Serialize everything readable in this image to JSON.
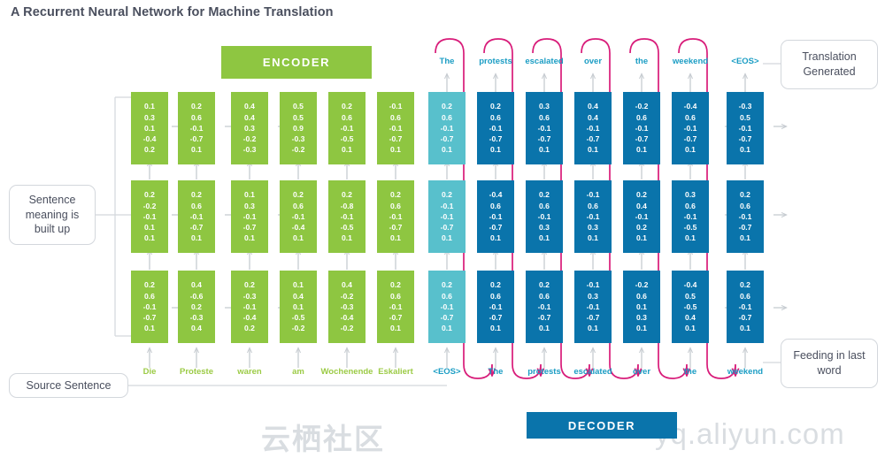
{
  "page": {
    "title": "A Recurrent Neural Network for Machine Translation",
    "watermark_cn": "云栖社区",
    "watermark_url": "yq.aliyun.com"
  },
  "banners": {
    "encoder": "ENCODER",
    "decoder": "DECODER"
  },
  "callouts": {
    "sentence_meaning": "Sentence meaning is built up",
    "source_sentence": "Source Sentence",
    "translation_generated": "Translation Generated",
    "feeding_last_word": "Feeding in last word"
  },
  "colors": {
    "encoder_green": "#8ec641",
    "decoder_blue": "#0a74ab",
    "eos_teal": "#58c0cc",
    "recurrence_pink": "#d81b79",
    "arrow_grey": "#c7ccd1",
    "title_grey": "#4a4f5e",
    "word_green": "#9ccb46",
    "word_teal": "#1b9dc4"
  },
  "source_words": [
    {
      "label": "Die",
      "color": "green"
    },
    {
      "label": "Proteste",
      "color": "green"
    },
    {
      "label": "waren",
      "color": "green"
    },
    {
      "label": "am",
      "color": "green"
    },
    {
      "label": "Wochenende",
      "color": "green"
    },
    {
      "label": "Eskaliert",
      "color": "green"
    },
    {
      "label": "<EOS>",
      "color": "teal"
    }
  ],
  "output_words": [
    "The",
    "protests",
    "escalated",
    "over",
    "the",
    "weekend",
    "<EOS>"
  ],
  "input_words_decoder": [
    "The",
    "protests",
    "escalated",
    "over",
    "the",
    "weekend"
  ],
  "columns": [
    {
      "kind": "enc",
      "rows": [
        [
          "0.1",
          "0.3",
          "0.1",
          "-0.4",
          "0.2"
        ],
        [
          "0.2",
          "-0.2",
          "-0.1",
          "0.1",
          "0.1"
        ],
        [
          "0.2",
          "0.6",
          "-0.1",
          "-0.7",
          "0.1"
        ]
      ]
    },
    {
      "kind": "enc",
      "rows": [
        [
          "0.2",
          "0.6",
          "-0.1",
          "-0.7",
          "0.1"
        ],
        [
          "0.2",
          "0.6",
          "-0.1",
          "-0.7",
          "0.1"
        ],
        [
          "0.4",
          "-0.6",
          "0.2",
          "-0.3",
          "0.4"
        ]
      ]
    },
    {
      "kind": "enc",
      "rows": [
        [
          "0.4",
          "0.4",
          "0.3",
          "-0.2",
          "-0.3"
        ],
        [
          "0.1",
          "0.3",
          "-0.1",
          "-0.7",
          "0.1"
        ],
        [
          "0.2",
          "-0.3",
          "-0.1",
          "-0.4",
          "0.2"
        ]
      ]
    },
    {
      "kind": "enc",
      "rows": [
        [
          "0.5",
          "0.5",
          "0.9",
          "-0.3",
          "-0.2"
        ],
        [
          "0.2",
          "0.6",
          "-0.1",
          "-0.4",
          "0.1"
        ],
        [
          "0.1",
          "0.4",
          "0.1",
          "-0.5",
          "-0.2"
        ]
      ]
    },
    {
      "kind": "enc",
      "rows": [
        [
          "0.2",
          "0.6",
          "-0.1",
          "-0.5",
          "0.1"
        ],
        [
          "0.2",
          "-0.8",
          "-0.1",
          "-0.5",
          "0.1"
        ],
        [
          "0.4",
          "-0.2",
          "-0.3",
          "-0.4",
          "-0.2"
        ]
      ]
    },
    {
      "kind": "enc",
      "rows": [
        [
          "-0.1",
          "0.6",
          "-0.1",
          "-0.7",
          "0.1"
        ],
        [
          "0.2",
          "0.6",
          "-0.1",
          "-0.7",
          "0.1"
        ],
        [
          "0.2",
          "0.6",
          "-0.1",
          "-0.7",
          "0.1"
        ]
      ]
    },
    {
      "kind": "eos",
      "rows": [
        [
          "0.2",
          "0.6",
          "-0.1",
          "-0.7",
          "0.1"
        ],
        [
          "0.2",
          "-0.1",
          "-0.1",
          "-0.7",
          "0.1"
        ],
        [
          "0.2",
          "0.6",
          "-0.1",
          "-0.7",
          "0.1"
        ]
      ]
    },
    {
      "kind": "dec",
      "rows": [
        [
          "0.2",
          "0.6",
          "-0.1",
          "-0.7",
          "0.1"
        ],
        [
          "-0.4",
          "0.6",
          "-0.1",
          "-0.7",
          "0.1"
        ],
        [
          "0.2",
          "0.6",
          "-0.1",
          "-0.7",
          "0.1"
        ]
      ]
    },
    {
      "kind": "dec",
      "rows": [
        [
          "0.3",
          "0.6",
          "-0.1",
          "-0.7",
          "0.1"
        ],
        [
          "0.2",
          "0.6",
          "-0.1",
          "0.3",
          "0.1"
        ],
        [
          "0.2",
          "0.6",
          "-0.1",
          "-0.7",
          "0.1"
        ]
      ]
    },
    {
      "kind": "dec",
      "rows": [
        [
          "0.4",
          "0.4",
          "-0.1",
          "-0.7",
          "0.1"
        ],
        [
          "-0.1",
          "0.6",
          "-0.1",
          "0.3",
          "0.1"
        ],
        [
          "-0.1",
          "0.3",
          "-0.1",
          "-0.7",
          "0.1"
        ]
      ]
    },
    {
      "kind": "dec",
      "rows": [
        [
          "-0.2",
          "0.6",
          "-0.1",
          "-0.7",
          "0.1"
        ],
        [
          "0.2",
          "0.4",
          "-0.1",
          "0.2",
          "0.1"
        ],
        [
          "-0.2",
          "0.6",
          "0.1",
          "0.3",
          "0.1"
        ]
      ]
    },
    {
      "kind": "dec",
      "rows": [
        [
          "-0.4",
          "0.6",
          "-0.1",
          "-0.7",
          "0.1"
        ],
        [
          "0.3",
          "0.6",
          "-0.1",
          "-0.5",
          "0.1"
        ],
        [
          "-0.4",
          "0.5",
          "-0.5",
          "0.4",
          "0.1"
        ]
      ]
    },
    {
      "kind": "dec",
      "rows": [
        [
          "-0.3",
          "0.5",
          "-0.1",
          "-0.7",
          "0.1"
        ],
        [
          "0.2",
          "0.6",
          "-0.1",
          "-0.7",
          "0.1"
        ],
        [
          "0.2",
          "0.6",
          "-0.1",
          "-0.7",
          "0.1"
        ]
      ]
    }
  ]
}
